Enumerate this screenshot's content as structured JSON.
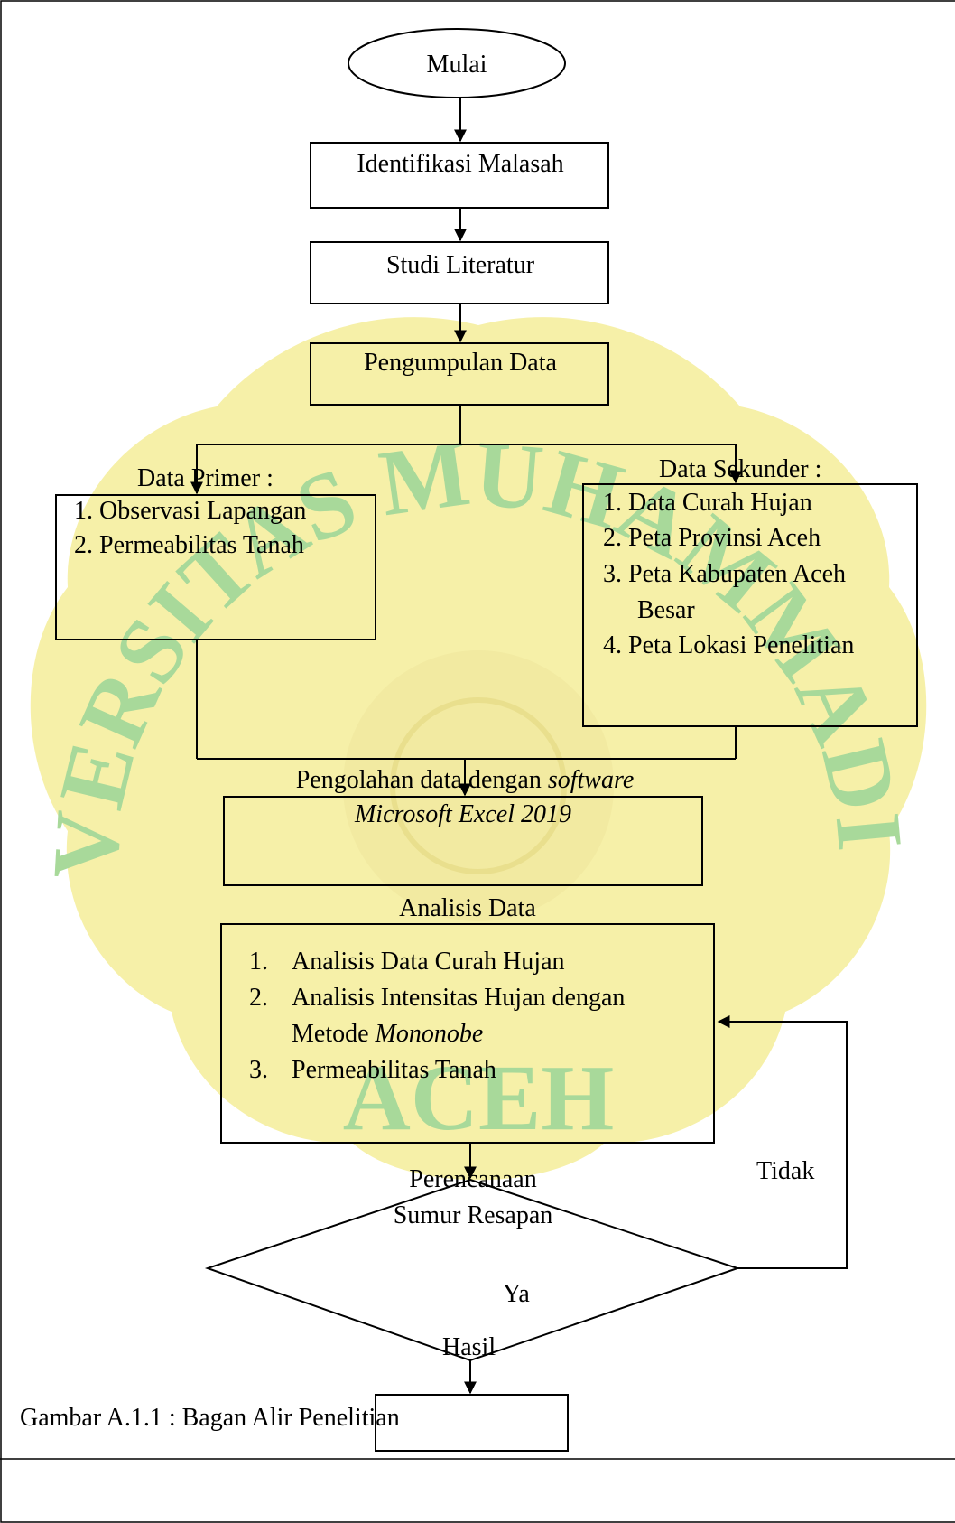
{
  "watermark": {
    "top_text": "UNIVERSITAS MUHAMMADIYAH",
    "bottom_text": "ACEH",
    "fill_color": "#f6f0a8",
    "text_color": "#a8d99a"
  },
  "flow": {
    "start": "Mulai",
    "identify": "Identifikasi Malasah",
    "literature": "Studi Literatur",
    "collection": "Pengumpulan Data"
  },
  "primary": {
    "title": "Data Primer :",
    "items": [
      "1.  Observasi Lapangan",
      "2.  Permeabilitas Tanah"
    ]
  },
  "secondary": {
    "title": "Data Sekunder :",
    "items": [
      "1.  Data Curah Hujan",
      "2.  Peta Provinsi Aceh",
      "3.  Peta  Kabupaten  Aceh",
      "Besar",
      "4.  Peta Lokasi Penelitian"
    ]
  },
  "processing": {
    "line1_prefix": "Pengolahan data dengan ",
    "line1_italic": "software",
    "line2": "Microsoft Excel 2019"
  },
  "analysis": {
    "title": "Analisis Data",
    "item1_num": "1.",
    "item1": "Analisis Data Curah Hujan",
    "item2_num": "2.",
    "item2a": "Analisis Intensitas Hujan dengan",
    "item2b_prefix": "Metode ",
    "item2b_italic": "Mononobe",
    "item3_num": "3.",
    "item3": "Permeabilitas Tanah"
  },
  "decision": {
    "line1": "Perencanaan",
    "line2": "Sumur Resapan",
    "no": "Tidak",
    "yes": "Ya"
  },
  "result": "Hasil",
  "caption": "Gambar A.1.1 : Bagan Alir Penelitian"
}
